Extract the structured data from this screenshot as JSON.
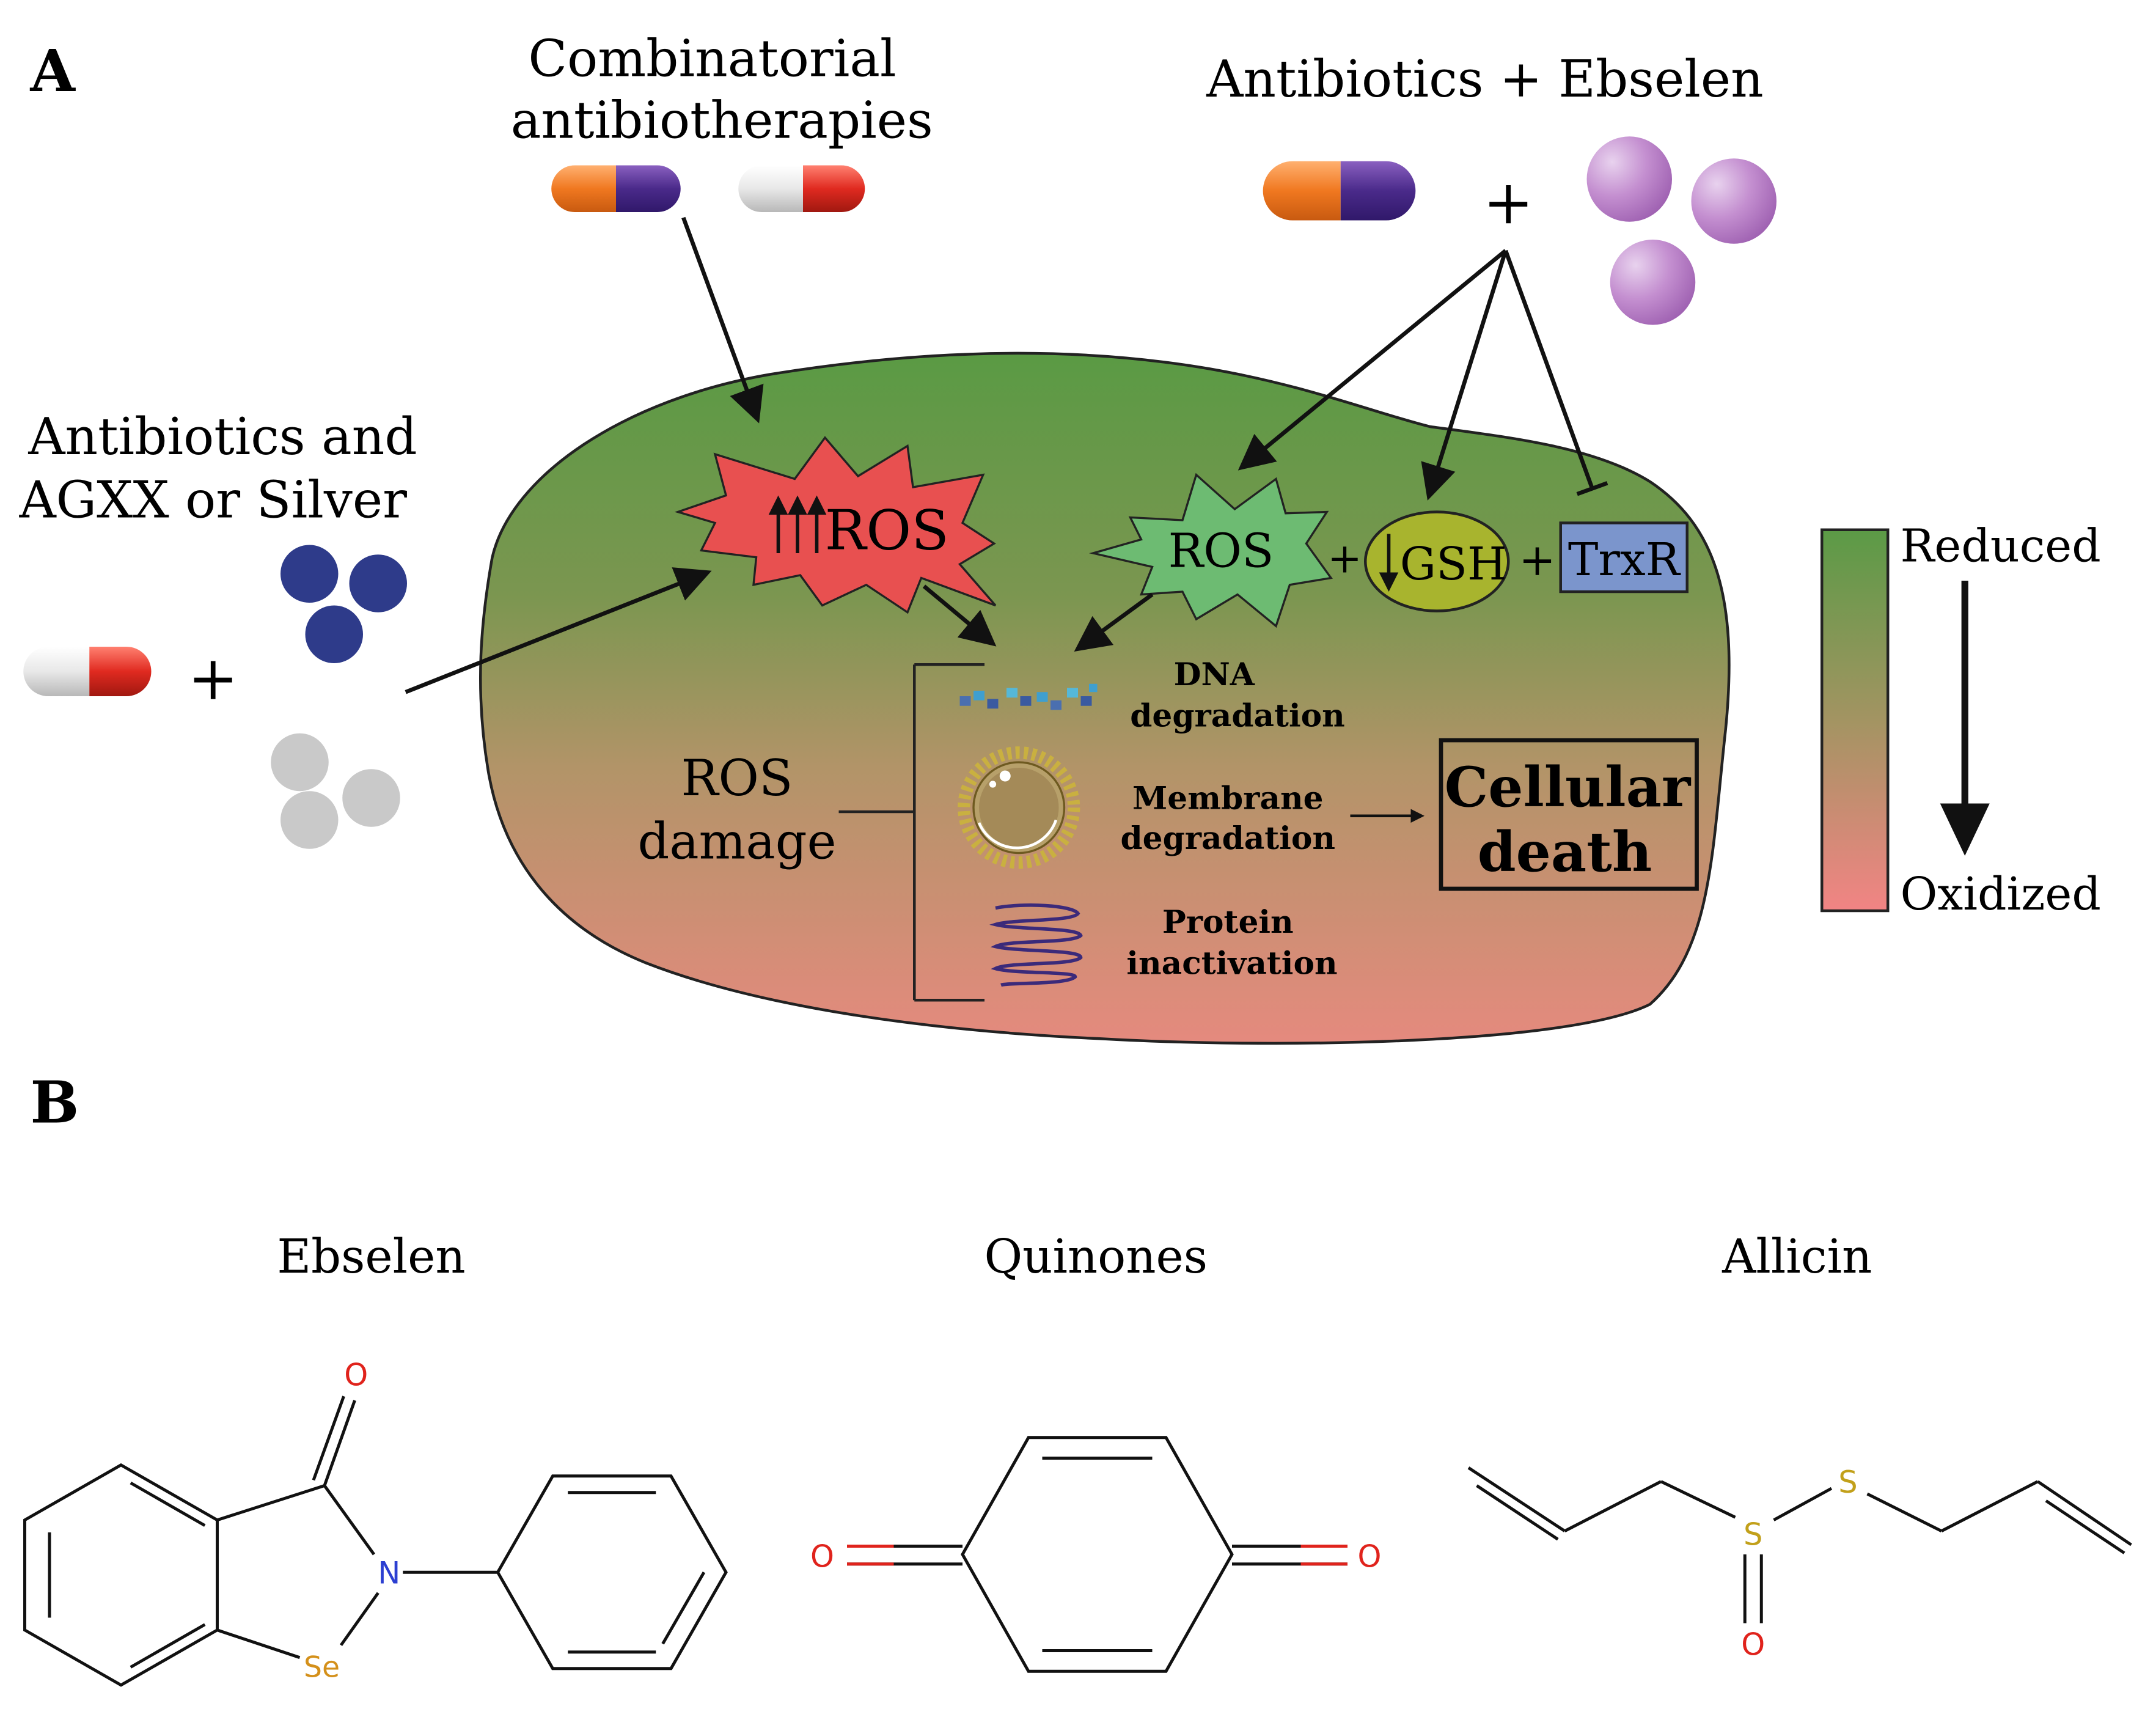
{
  "panel_a": {
    "label": "A",
    "combinatorial_title": [
      "Combinatorial",
      "antibiotherapies"
    ],
    "ebselen_title": "Antibiotics + Ebselen",
    "agxx_title": [
      "Antibiotics and",
      "AGXX or Silver"
    ],
    "plus": "+",
    "ros_high": "ROS",
    "ros": "ROS",
    "gsh": "GSH",
    "trxr": "TrxR",
    "ros_damage": [
      "ROS",
      "damage"
    ],
    "dna": [
      "DNA",
      "degradation"
    ],
    "membrane": [
      "Membrane",
      "degradation"
    ],
    "protein": [
      "Protein",
      "inactivation"
    ],
    "cellular_death": [
      "Cellular",
      "death"
    ],
    "scale": {
      "top_label": "Reduced",
      "bottom_label": "Oxidized",
      "top_color": "#5b9a46",
      "bottom_color": "#f08080"
    },
    "colors": {
      "cell_top": "#5f9b45",
      "cell_bottom": "#e08c80",
      "burst_red": "#e85050",
      "burst_green": "#6dbb72",
      "gsh": "#a8b42e",
      "trxr": "#7b95cc",
      "agxx": "#2e3b8a",
      "silver": "#c8c8c8",
      "ebselen_sphere": "#b37bc2"
    }
  },
  "panel_b": {
    "label": "B",
    "ebselen": {
      "name": "Ebselen",
      "atoms": [
        "O",
        "N",
        "Se"
      ]
    },
    "quinones": {
      "name": "Quinones",
      "atoms": [
        "O",
        "O"
      ]
    },
    "allicin": {
      "name": "Allicin",
      "atoms": [
        "S",
        "S",
        "O"
      ]
    },
    "atom_colors": {
      "O": "#e0231c",
      "N": "#2c3fd1",
      "S": "#c2a01a",
      "Se": "#d4901a"
    }
  }
}
